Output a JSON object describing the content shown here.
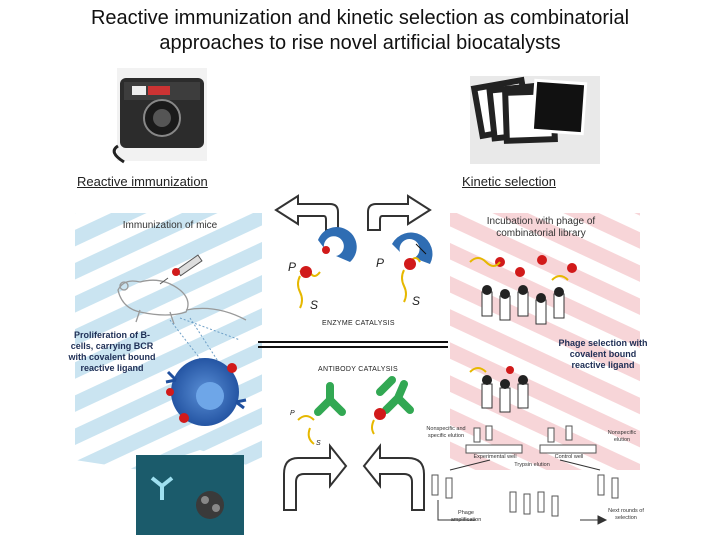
{
  "title": {
    "line1": "Reactive immunization and kinetic selection as combinatorial",
    "line2": "approaches to rise novel artificial biocatalysts"
  },
  "left": {
    "heading": "Reactive immunization",
    "step1": "Immunization of mice",
    "step2_line1": "Proliferation of B-",
    "step2_line2": "cells, carrying BCR",
    "step2_line3": "with covalent bound",
    "step2_line4": "reactive ligand"
  },
  "right": {
    "heading": "Kinetic selection",
    "step1_line1": "Incubation with phage of",
    "step1_line2": "combinatorial library",
    "step2_line1": "Phage selection with",
    "step2_line2": "covalent bound",
    "step2_line3": "reactive ligand",
    "nonspecific_left": "Nonspecific and specific elution",
    "nonspecific_right": "Nonspecific elution",
    "experimental_well": "Experimental well",
    "control_well": "Control well",
    "trypsin_elution": "Trypsin elution",
    "phage_amplification": "Phage amplification",
    "next_rounds": "Next rounds of selection"
  },
  "center": {
    "enzyme_catalysis": "ENZYME CATALYSIS",
    "antibody_catalysis": "ANTIBODY CATALYSIS",
    "p_left": "P",
    "s_left": "S",
    "p_right": "P",
    "s_right": "S",
    "p_small": "P",
    "s_small": "S"
  },
  "colors": {
    "left_stripe": "#c7e3f0",
    "right_stripe": "#f7d3d6",
    "enzyme_blue": "#2f6db3",
    "antibody_green": "#32a853",
    "ligand_red": "#d11a1a"
  }
}
